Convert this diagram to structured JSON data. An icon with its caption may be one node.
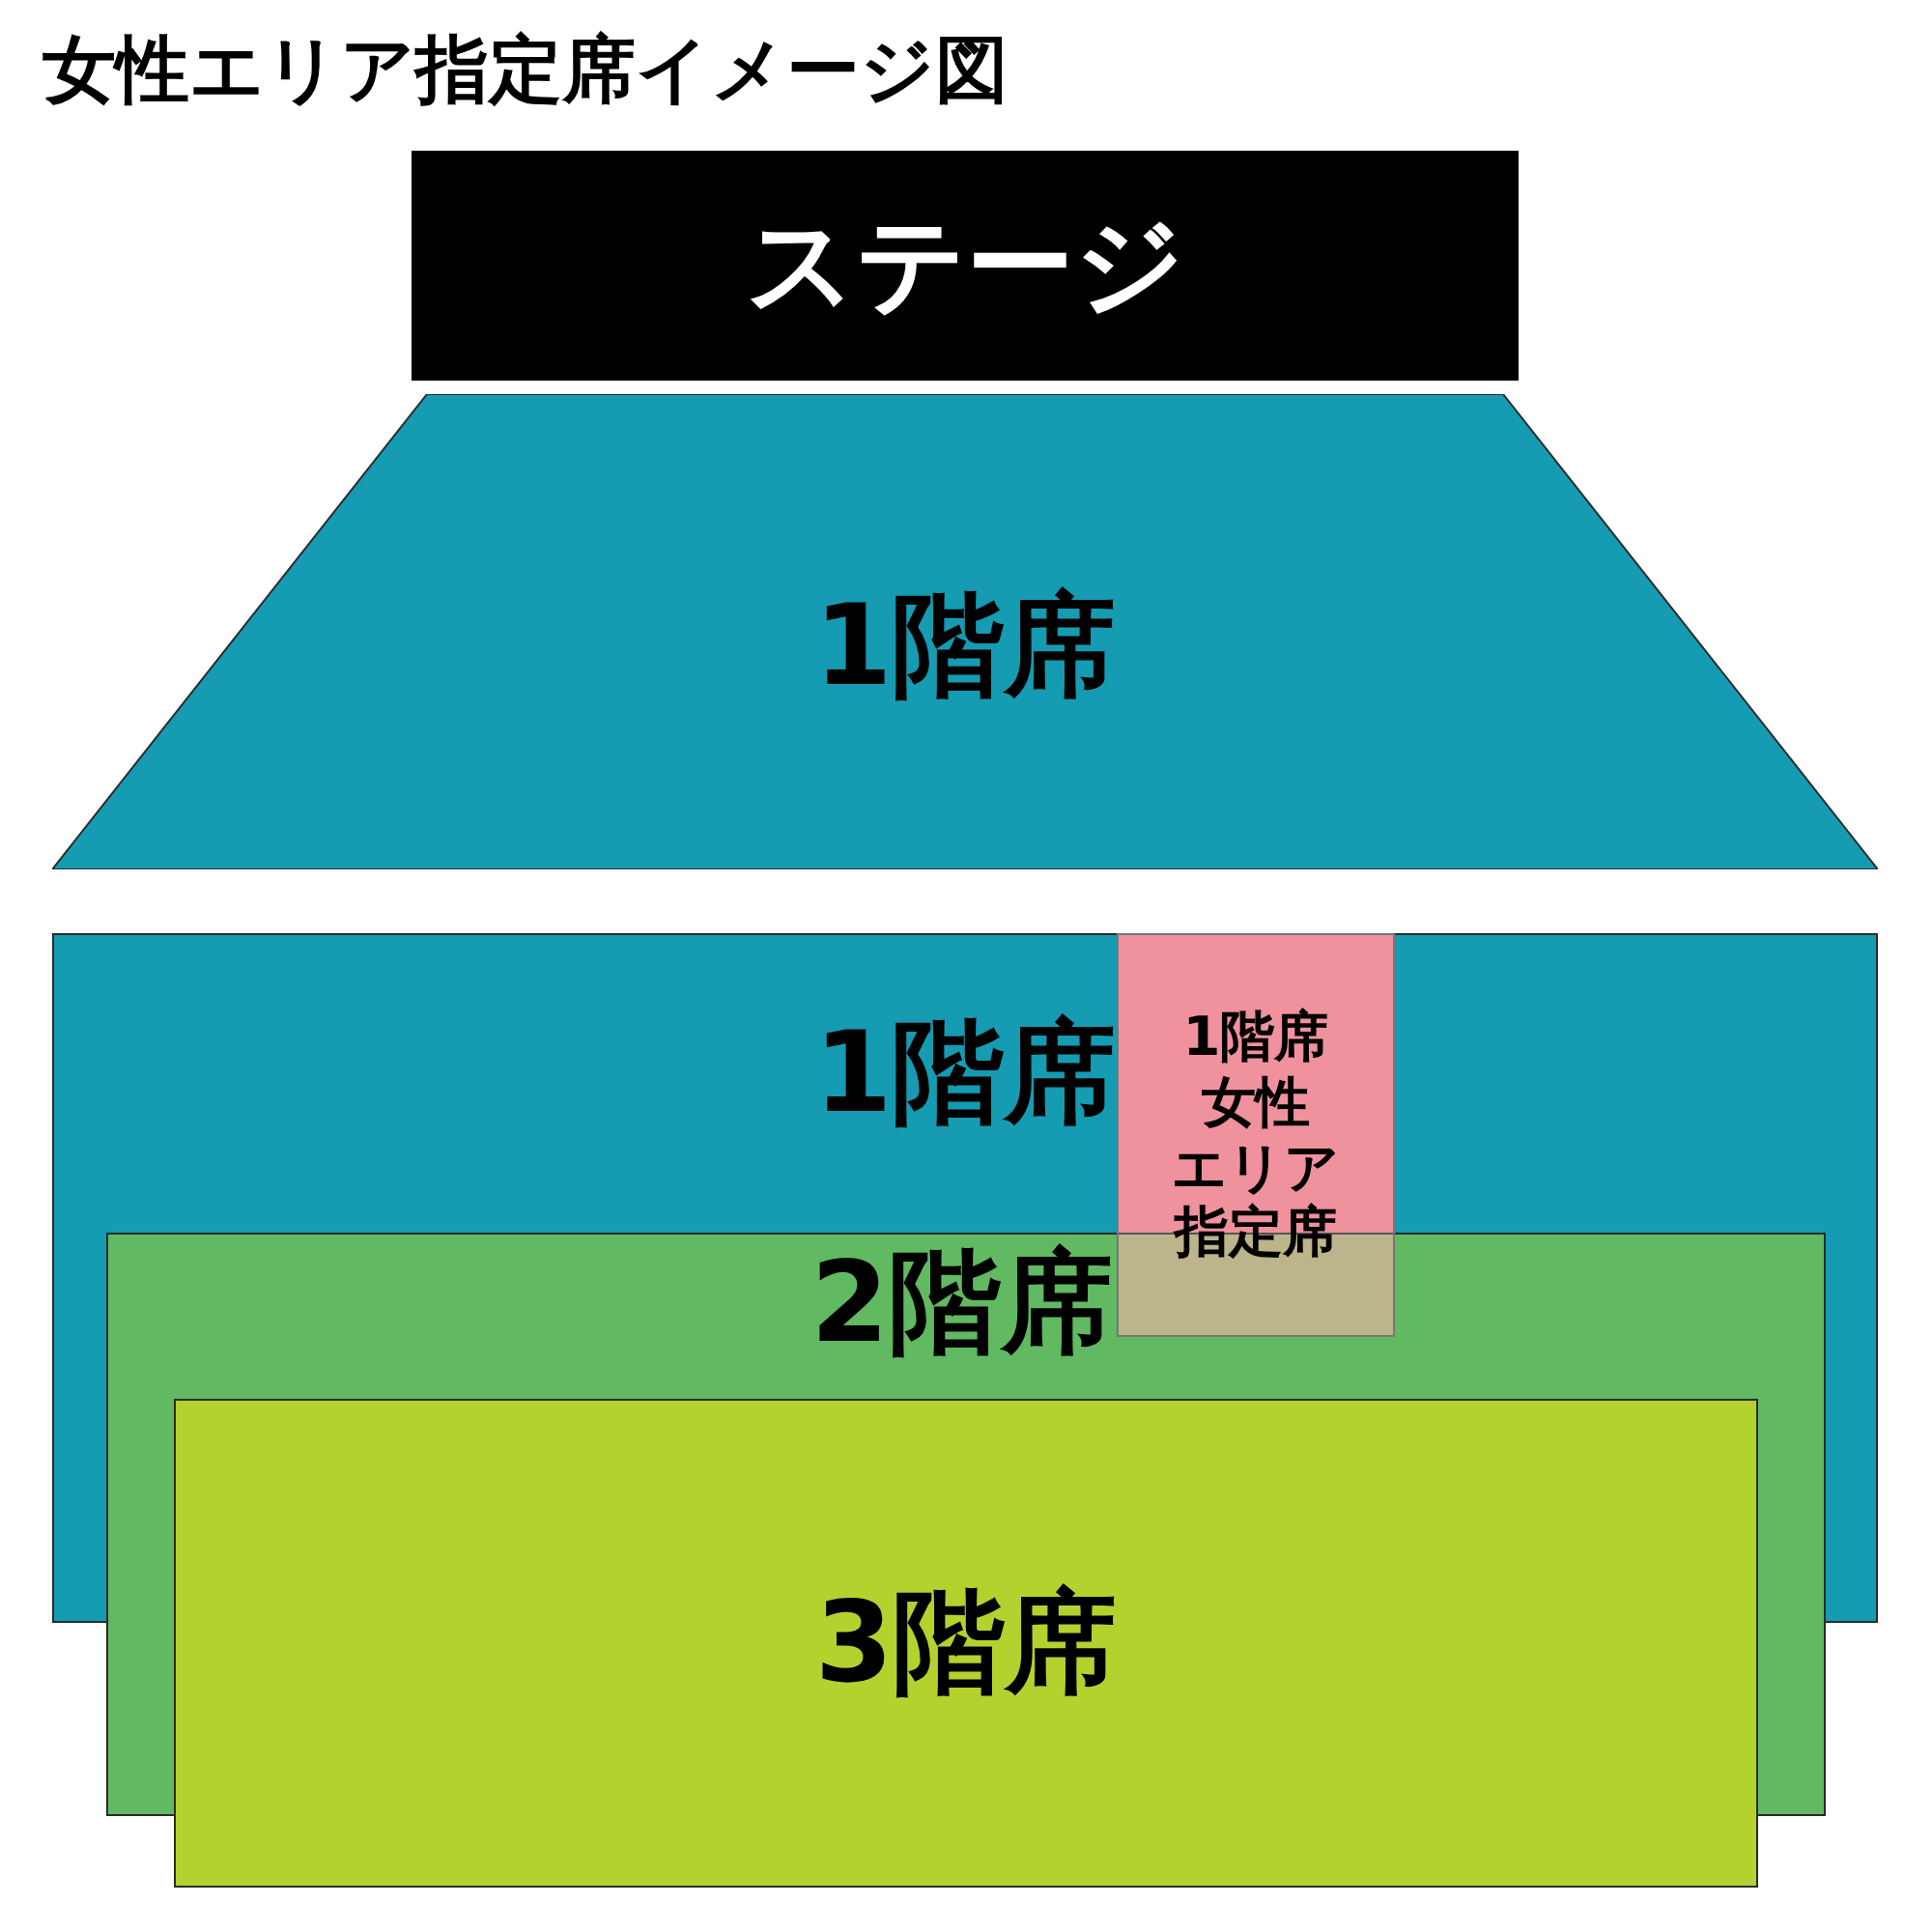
{
  "diagram": {
    "title": "女性エリア指定席イメージ図",
    "nodes": [
      {
        "text": [
          "ステージ"
        ]
      },
      {
        "text": [
          "1階席"
        ]
      },
      {
        "text": [
          "1階席"
        ]
      },
      {
        "text": [
          "1階席女性エリア指定席"
        ]
      },
      {
        "text": [
          "2階席"
        ]
      },
      {
        "text": [
          "3階席"
        ]
      }
    ]
  }
}
